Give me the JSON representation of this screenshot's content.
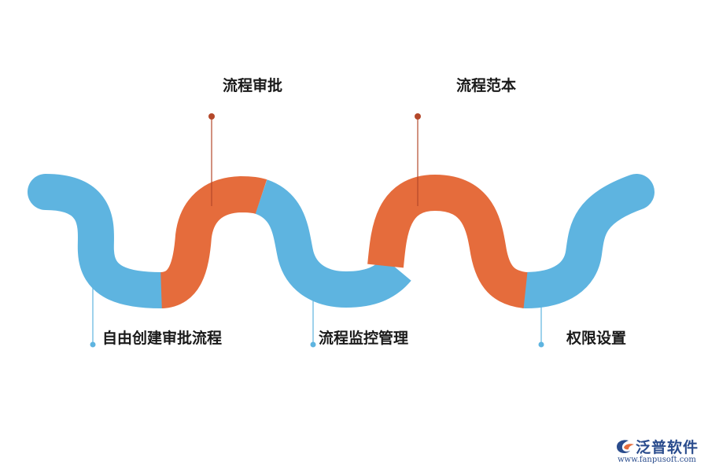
{
  "diagram": {
    "top_labels": [
      "流程审批",
      "流程范本"
    ],
    "bottom_labels": [
      "自由创建审批流程",
      "流程监控管理",
      "权限设置"
    ]
  },
  "brand": {
    "name": "泛普软件",
    "url": "www.fanpusoft.com",
    "logo_icon": "fanpu-logo-icon"
  },
  "colors": {
    "blue": "#5eb4e0",
    "orange": "#e56c3c",
    "red_pin": "#b4482a",
    "brand": "#2a4c8d"
  }
}
